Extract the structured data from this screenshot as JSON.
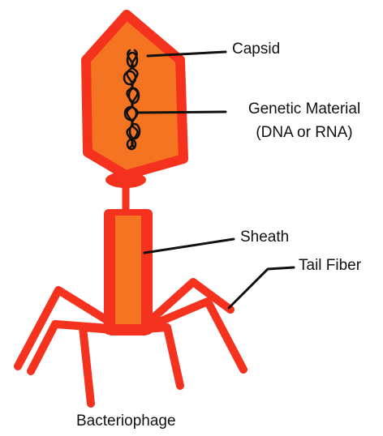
{
  "diagram": {
    "labels": {
      "capsid": "Capsid",
      "genetic_material_line1": "Genetic Material",
      "genetic_material_line2": "(DNA or RNA)",
      "sheath": "Sheath",
      "tail_fiber": "Tail Fiber",
      "caption": "Bacteriophage"
    },
    "colors": {
      "outline": "#f5321e",
      "fill": "#f47421",
      "dna": "#111111",
      "leader_line": "#111111",
      "text": "#111111"
    }
  }
}
